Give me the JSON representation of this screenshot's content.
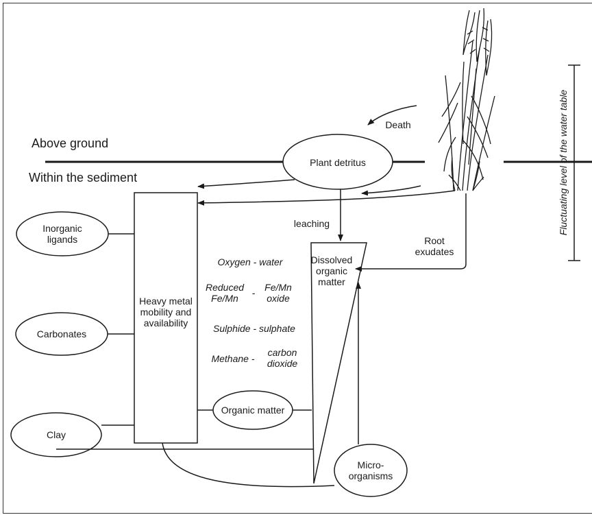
{
  "labels": {
    "above_ground": "Above ground",
    "within_sediment": "Within the sediment",
    "death": "Death",
    "plant_detritus": "Plant detritus",
    "leaching": "leaching",
    "root_exudates": [
      "Root",
      "exudates"
    ],
    "dissolved_om": [
      "Dissolved",
      "organic",
      "matter"
    ],
    "heavy_metal": [
      "Heavy metal",
      "mobility and",
      "availability"
    ],
    "inorganic_ligands": [
      "Inorganic",
      "ligands"
    ],
    "carbonates": "Carbonates",
    "clay": "Clay",
    "organic_matter": "Organic matter",
    "micro_organisms": [
      "Micro-",
      "organisms"
    ],
    "water_table": "Fluctuating level of the water table"
  },
  "redox_couples": [
    {
      "reduced": [
        "Oxygen"
      ],
      "oxidized": [
        "water"
      ]
    },
    {
      "reduced": [
        "Reduced",
        "Fe/Mn"
      ],
      "oxidized": [
        "Fe/Mn",
        "oxide"
      ]
    },
    {
      "reduced": [
        "Sulphide"
      ],
      "oxidized": [
        "sulphate"
      ]
    },
    {
      "reduced": [
        "Methane"
      ],
      "oxidized": [
        "carbon",
        "dioxide"
      ]
    }
  ],
  "colors": {
    "line": "#1a1a1a",
    "background": "#ffffff"
  }
}
